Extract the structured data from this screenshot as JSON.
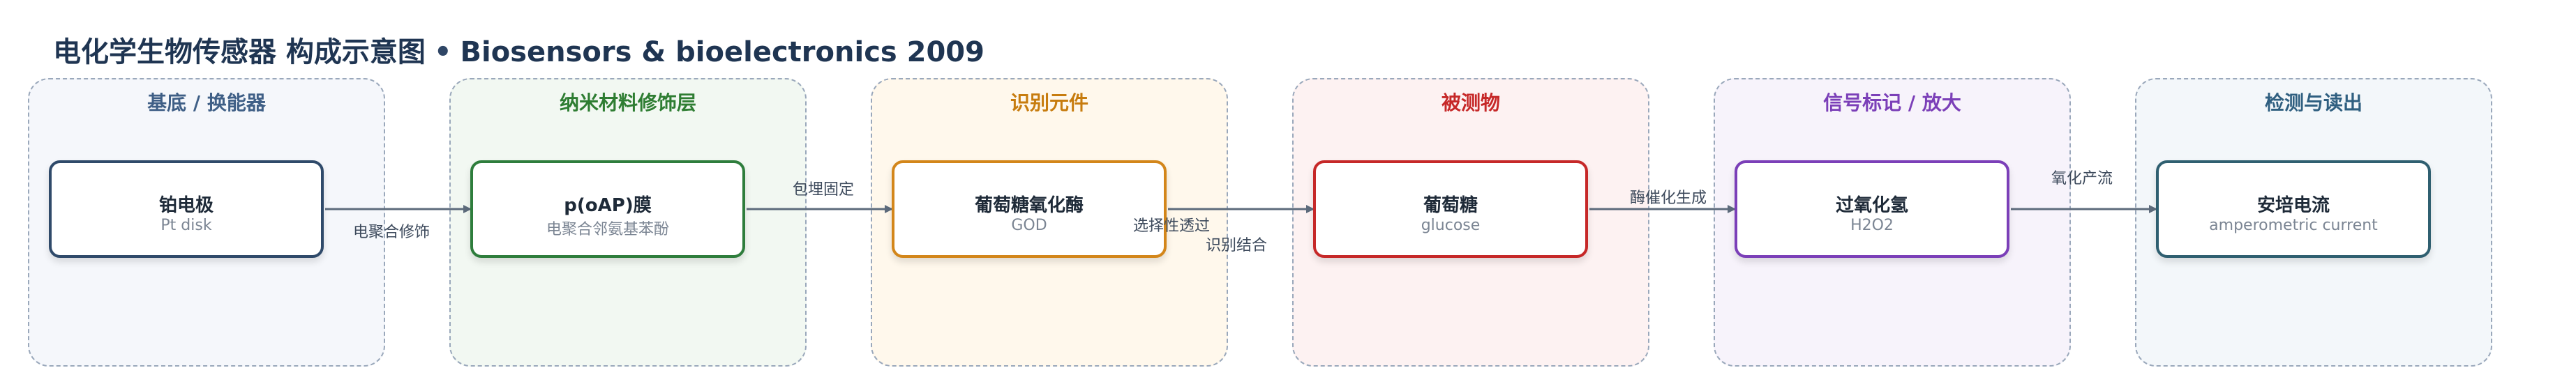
{
  "title": {
    "cn": "电化学生物传感器 构成示意图",
    "sep": "•",
    "en": "Biosensors & bioelectronics 2009"
  },
  "lanes": [
    {
      "title": "基底 / 换能器",
      "color": "#3f5f86",
      "bg": "#f5f7fb"
    },
    {
      "title": "纳米材料修饰层",
      "color": "#2e7d32",
      "bg": "#f2f8f2"
    },
    {
      "title": "识别元件",
      "color": "#c77c0e",
      "bg": "#fff8ec"
    },
    {
      "title": "被测物",
      "color": "#c62828",
      "bg": "#fdf2f2"
    },
    {
      "title": "信号标记 / 放大",
      "color": "#7b3fb8",
      "bg": "#f7f3fb"
    },
    {
      "title": "检测与读出",
      "color": "#2f5f80",
      "bg": "#f3f7fa"
    }
  ],
  "nodes": [
    {
      "main": "铂电极",
      "sub": "Pt disk",
      "border": "#2f4a6a"
    },
    {
      "main": "p(oAP)膜",
      "sub": "电聚合邻氨基苯酚",
      "border": "#2e7d3c"
    },
    {
      "main": "葡萄糖氧化酶",
      "sub": "GOD",
      "border": "#d3861a"
    },
    {
      "main": "葡萄糖",
      "sub": "glucose",
      "border": "#c62828"
    },
    {
      "main": "过氧化氢",
      "sub": "H2O2",
      "border": "#7b3fb8"
    },
    {
      "main": "安培电流",
      "sub": "amperometric current",
      "border": "#2f5f70"
    }
  ],
  "edge_labels": [
    "电聚合修饰",
    "包埋固定",
    "选择性透过",
    "识别结合",
    "酶催化生成",
    "氧化产流"
  ]
}
